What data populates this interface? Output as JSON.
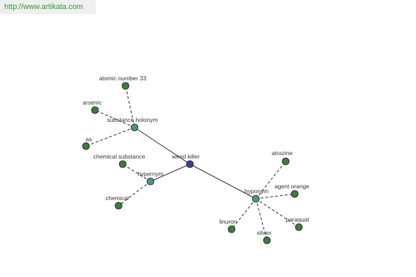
{
  "watermark": {
    "url": "http://www.artikata.com"
  },
  "colors": {
    "root": "#3b3f8f",
    "relation": "#4f8f8f",
    "leaf": "#3e7a3e",
    "node_stroke": "#1f1f1f",
    "edge": "#222222"
  },
  "graph": {
    "root": {
      "id": "weed-killer",
      "label": "weed killer"
    },
    "relations": [
      {
        "id": "substance-holonym",
        "label": "substance holonym",
        "terms": [
          {
            "id": "atomic-number-33",
            "label": "atomic number 33"
          },
          {
            "id": "arsenic",
            "label": "arsenic"
          },
          {
            "id": "as",
            "label": "as"
          }
        ]
      },
      {
        "id": "hypernym",
        "label": "hypernym",
        "terms": [
          {
            "id": "chemical-substance",
            "label": "chemical substance"
          },
          {
            "id": "chemical",
            "label": "chemical"
          }
        ]
      },
      {
        "id": "hyponym",
        "label": "hyponym",
        "terms": [
          {
            "id": "atrazine",
            "label": "atrazine"
          },
          {
            "id": "agent-orange",
            "label": "agent orange"
          },
          {
            "id": "paraquat",
            "label": "paraquat"
          },
          {
            "id": "silvex",
            "label": "silvex"
          },
          {
            "id": "linuron",
            "label": "linuron"
          }
        ]
      }
    ]
  }
}
